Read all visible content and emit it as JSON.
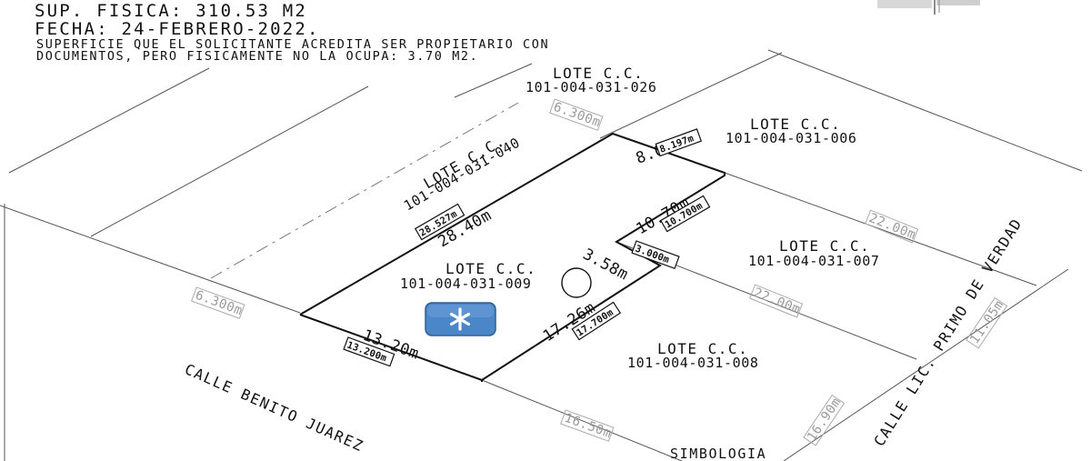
{
  "header": {
    "sup_fisica": "SUP. FISICA: 310.53 M2",
    "fecha": "FECHA: 24-FEBRERO-2022.",
    "note_line1": "SUPERFICIE QUE EL SOLICITANTE ACREDITA SER PROPIETARIO CON",
    "note_line2": "DOCUMENTOS, PERO FISICAMENTE NO LA OCUPA:   3.70 M2."
  },
  "lots": {
    "lot_026": {
      "name": "LOTE C.C.",
      "id": "101-004-031-026"
    },
    "lot_006": {
      "name": "LOTE C.C.",
      "id": "101-004-031-006"
    },
    "lot_040": {
      "name": "LOTE C.C.",
      "id": "101-004-031-040"
    },
    "lot_007": {
      "name": "LOTE C.C.",
      "id": "101-004-031-007"
    },
    "lot_009": {
      "name": "LOTE C.C.",
      "id_prefix": "101-004-031-",
      "id_suffix": "009"
    },
    "lot_008": {
      "name": "LOTE C.C.",
      "id": "101-004-031-008"
    }
  },
  "dimensions": {
    "d_807": "8.07m",
    "d_1070": "10.70m",
    "d_2840": "28.40m",
    "d_358": "3.58m",
    "d_1726": "17.26m",
    "d_1320": "13.20m"
  },
  "boxed_dimensions": {
    "b_8197": "8.197m",
    "b_10700": "10.700m",
    "b_28527": "28.527m",
    "b_3000": "3.000m",
    "b_17700": "17.700m",
    "b_13200": "13.200m"
  },
  "grey_dimensions": {
    "g_6300_top": "6.300m",
    "g_6300_left": "6.300m",
    "g_2200_a": "22.00m",
    "g_2200_b": "22.00m",
    "g_1105": "11.05m",
    "g_1690": "16.90m",
    "g_1650": "16.50m"
  },
  "streets": {
    "benito_juarez": "CALLE BENITO JUAREZ",
    "primo_verdad": "CALLE LIC. PRIMO DE VERDAD"
  },
  "legend": {
    "simbologia": "SIMBOLOGIA",
    "marker_icon": "asterisk-icon",
    "marker_color": "#4a86c8"
  }
}
